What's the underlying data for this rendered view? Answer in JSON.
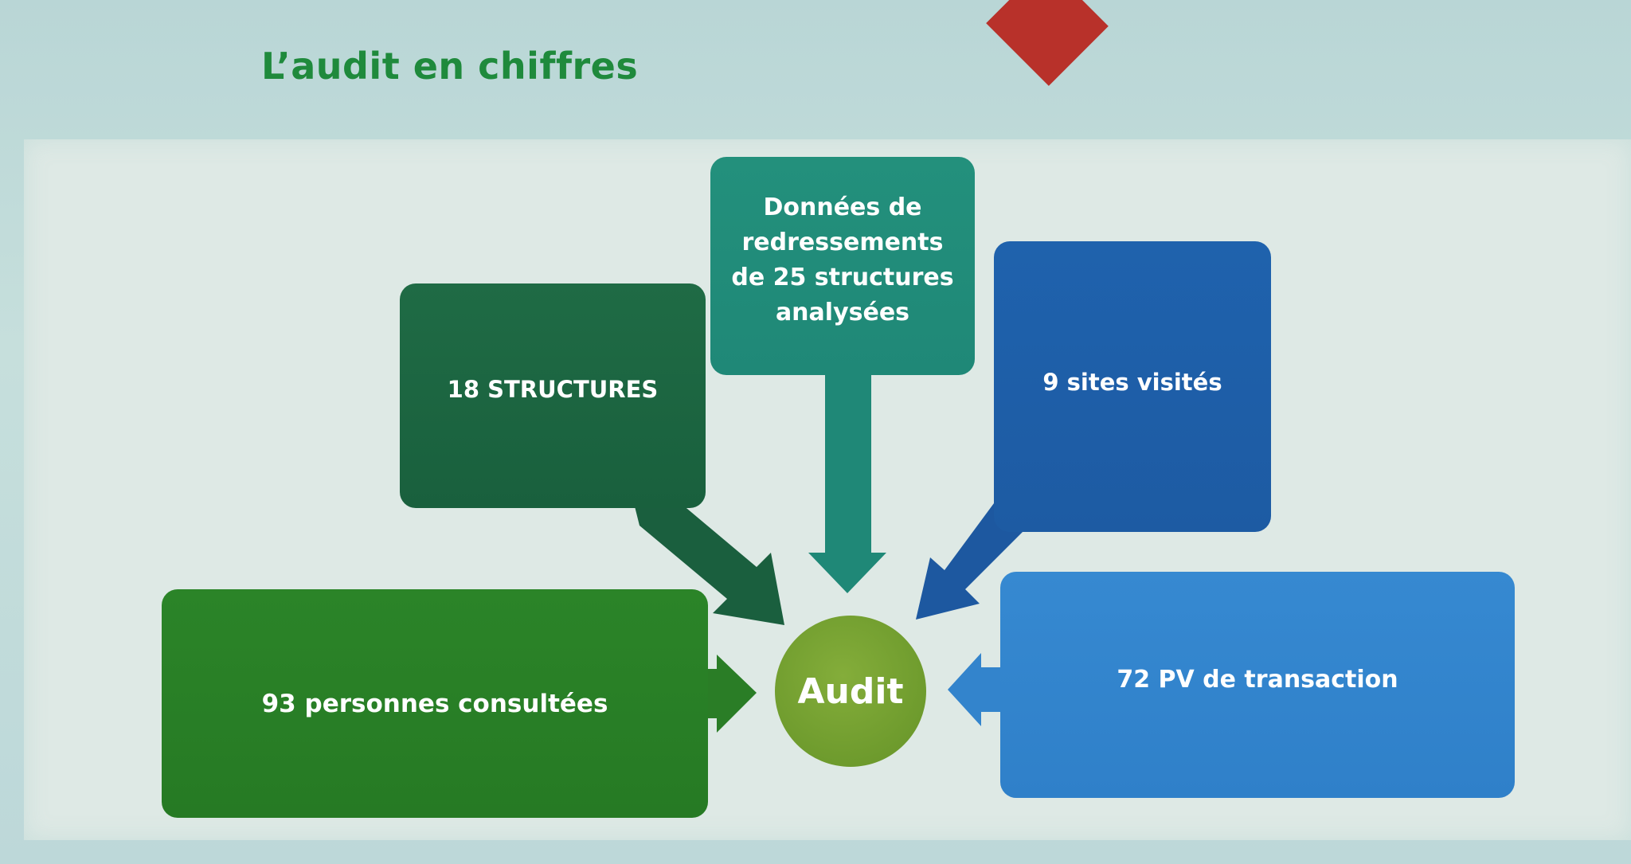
{
  "slide": {
    "title": "L’audit en chiffres"
  },
  "diagram": {
    "center": "Audit",
    "nodes": {
      "structures": "18 STRUCTURES",
      "donnees": [
        "Données  de",
        "redressements",
        "de 25 structures",
        "analysées"
      ],
      "sites": "9 sites visités",
      "personnes": "93 personnes consultées",
      "pv": "72 PV de transaction"
    }
  },
  "colors": {
    "title_green": "#1f8a3c",
    "accent_red": "#b8312a",
    "structures": "#1f6b45",
    "donnees": "#23907c",
    "sites": "#1f62ad",
    "personnes": "#2b8428",
    "pv": "#3689d1",
    "audit": "#6e9b2d"
  }
}
